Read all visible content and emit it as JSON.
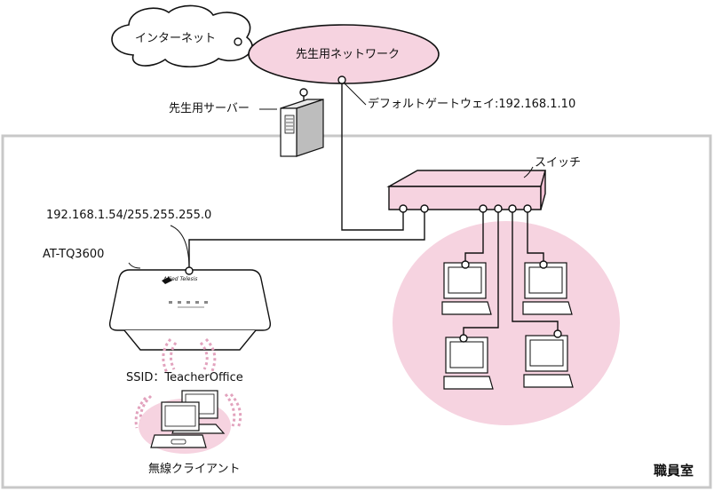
{
  "labels": {
    "internet": "インターネット",
    "teacher_network": "先生用ネットワーク",
    "teacher_server": "先生用サーバー",
    "gateway": "デフォルトゲートウェイ:192.168.1.10",
    "switch": "スイッチ",
    "ap_ip": "192.168.1.54/255.255.255.0",
    "ap_model": "AT-TQ3600",
    "ap_brand": "Allied Telesis",
    "ssid": "SSID：TeacherOffice",
    "wireless_client": "無線クライアント",
    "room": "職員室"
  },
  "colors": {
    "pink_fill": "#f6d3e0",
    "light_pink": "#fbe7ef",
    "room_border": "#c8c8c8",
    "line": "#111111",
    "wifi": "#e2a2bd"
  },
  "icons": {
    "internet": "cloud-icon",
    "network": "ellipse-network-icon",
    "server": "server-tower-icon",
    "switch": "network-switch-icon",
    "access_point": "wireless-access-point-icon",
    "pc": "desktop-pc-icon",
    "laptop": "laptop-icon"
  }
}
